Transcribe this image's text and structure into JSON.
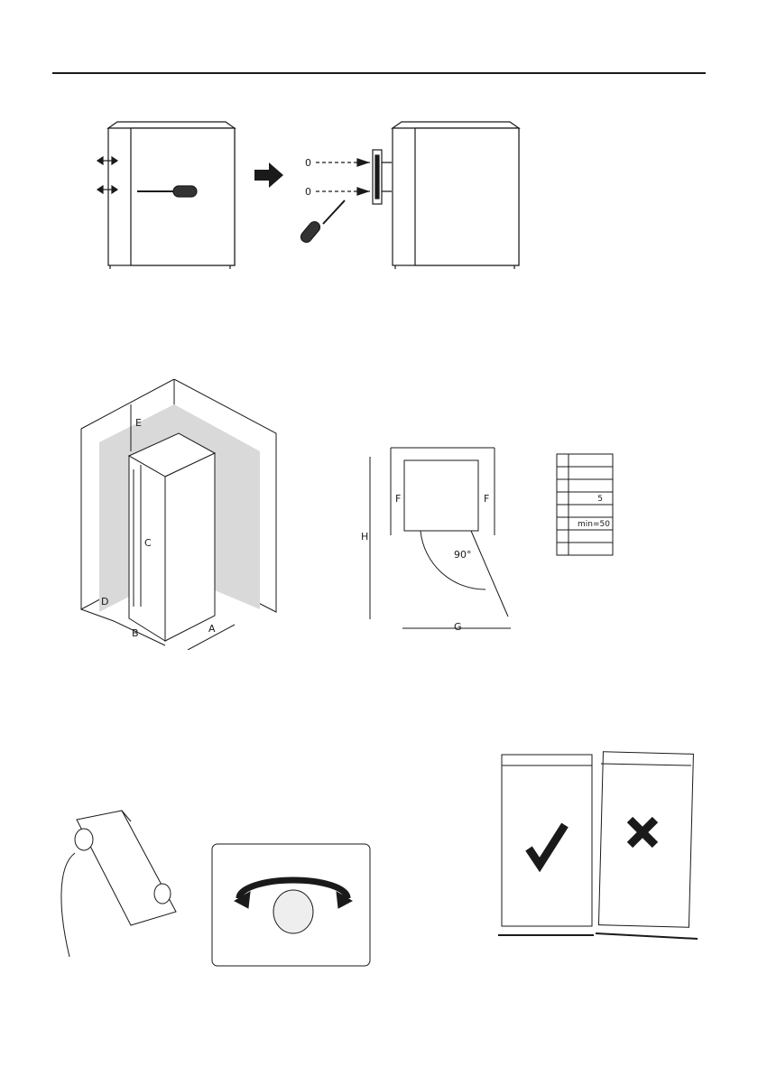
{
  "labels": {
    "dimension_e_top": "E",
    "dimension_c": "C",
    "dimension_d": "D",
    "dimension_b": "B",
    "dimension_a": "A",
    "dimension_h": "H",
    "dimension_f_left": "F",
    "dimension_f_right": "F",
    "dimension_g": "G",
    "angle": "90°"
  },
  "clearance_table": {
    "rows": [
      {
        "value": ""
      },
      {
        "value": ""
      },
      {
        "value": ""
      },
      {
        "value": "5"
      },
      {
        "value": ""
      },
      {
        "value": "min=50"
      },
      {
        "value": ""
      },
      {
        "value": ""
      }
    ]
  },
  "icons": {
    "correct": "checkmark-icon",
    "incorrect": "cross-icon",
    "direction": "arrow-right-icon"
  },
  "colors": {
    "line": "#1a1a1a",
    "shade": "#d9d9d9",
    "surface": "#ffffff"
  }
}
